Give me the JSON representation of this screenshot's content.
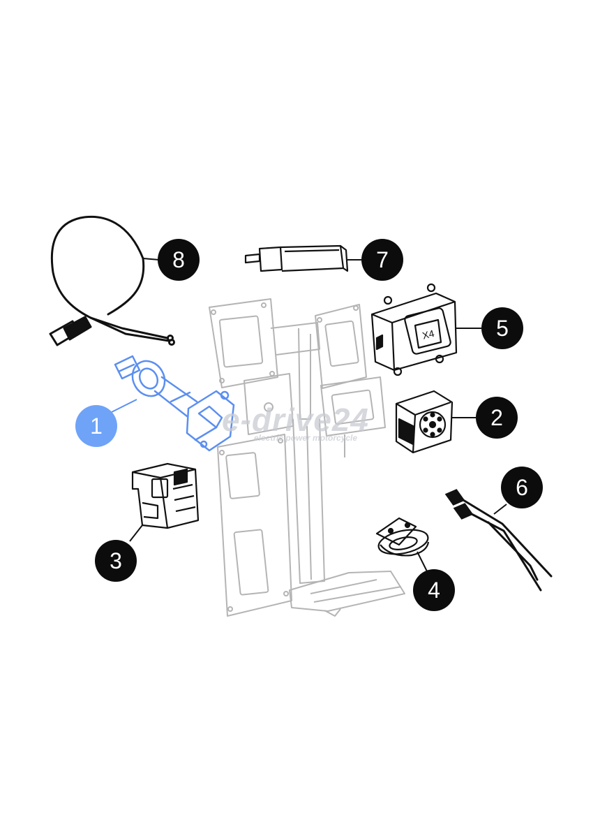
{
  "diagram": {
    "parts": [
      {
        "number": "1",
        "active": true
      },
      {
        "number": "2",
        "active": false
      },
      {
        "number": "3",
        "active": false
      },
      {
        "number": "4",
        "active": false
      },
      {
        "number": "5",
        "active": false
      },
      {
        "number": "6",
        "active": false
      },
      {
        "number": "7",
        "active": false
      },
      {
        "number": "8",
        "active": false
      }
    ],
    "watermark": {
      "brand": "e-drive24",
      "tagline": "electric power motorcycle"
    }
  },
  "colors": {
    "badge": "#0c0c0c",
    "badge_active": "#6ea3f7",
    "part_outline": "#111111",
    "frame_outline": "#b4b4b4",
    "active_part": "#5b8ff0"
  }
}
